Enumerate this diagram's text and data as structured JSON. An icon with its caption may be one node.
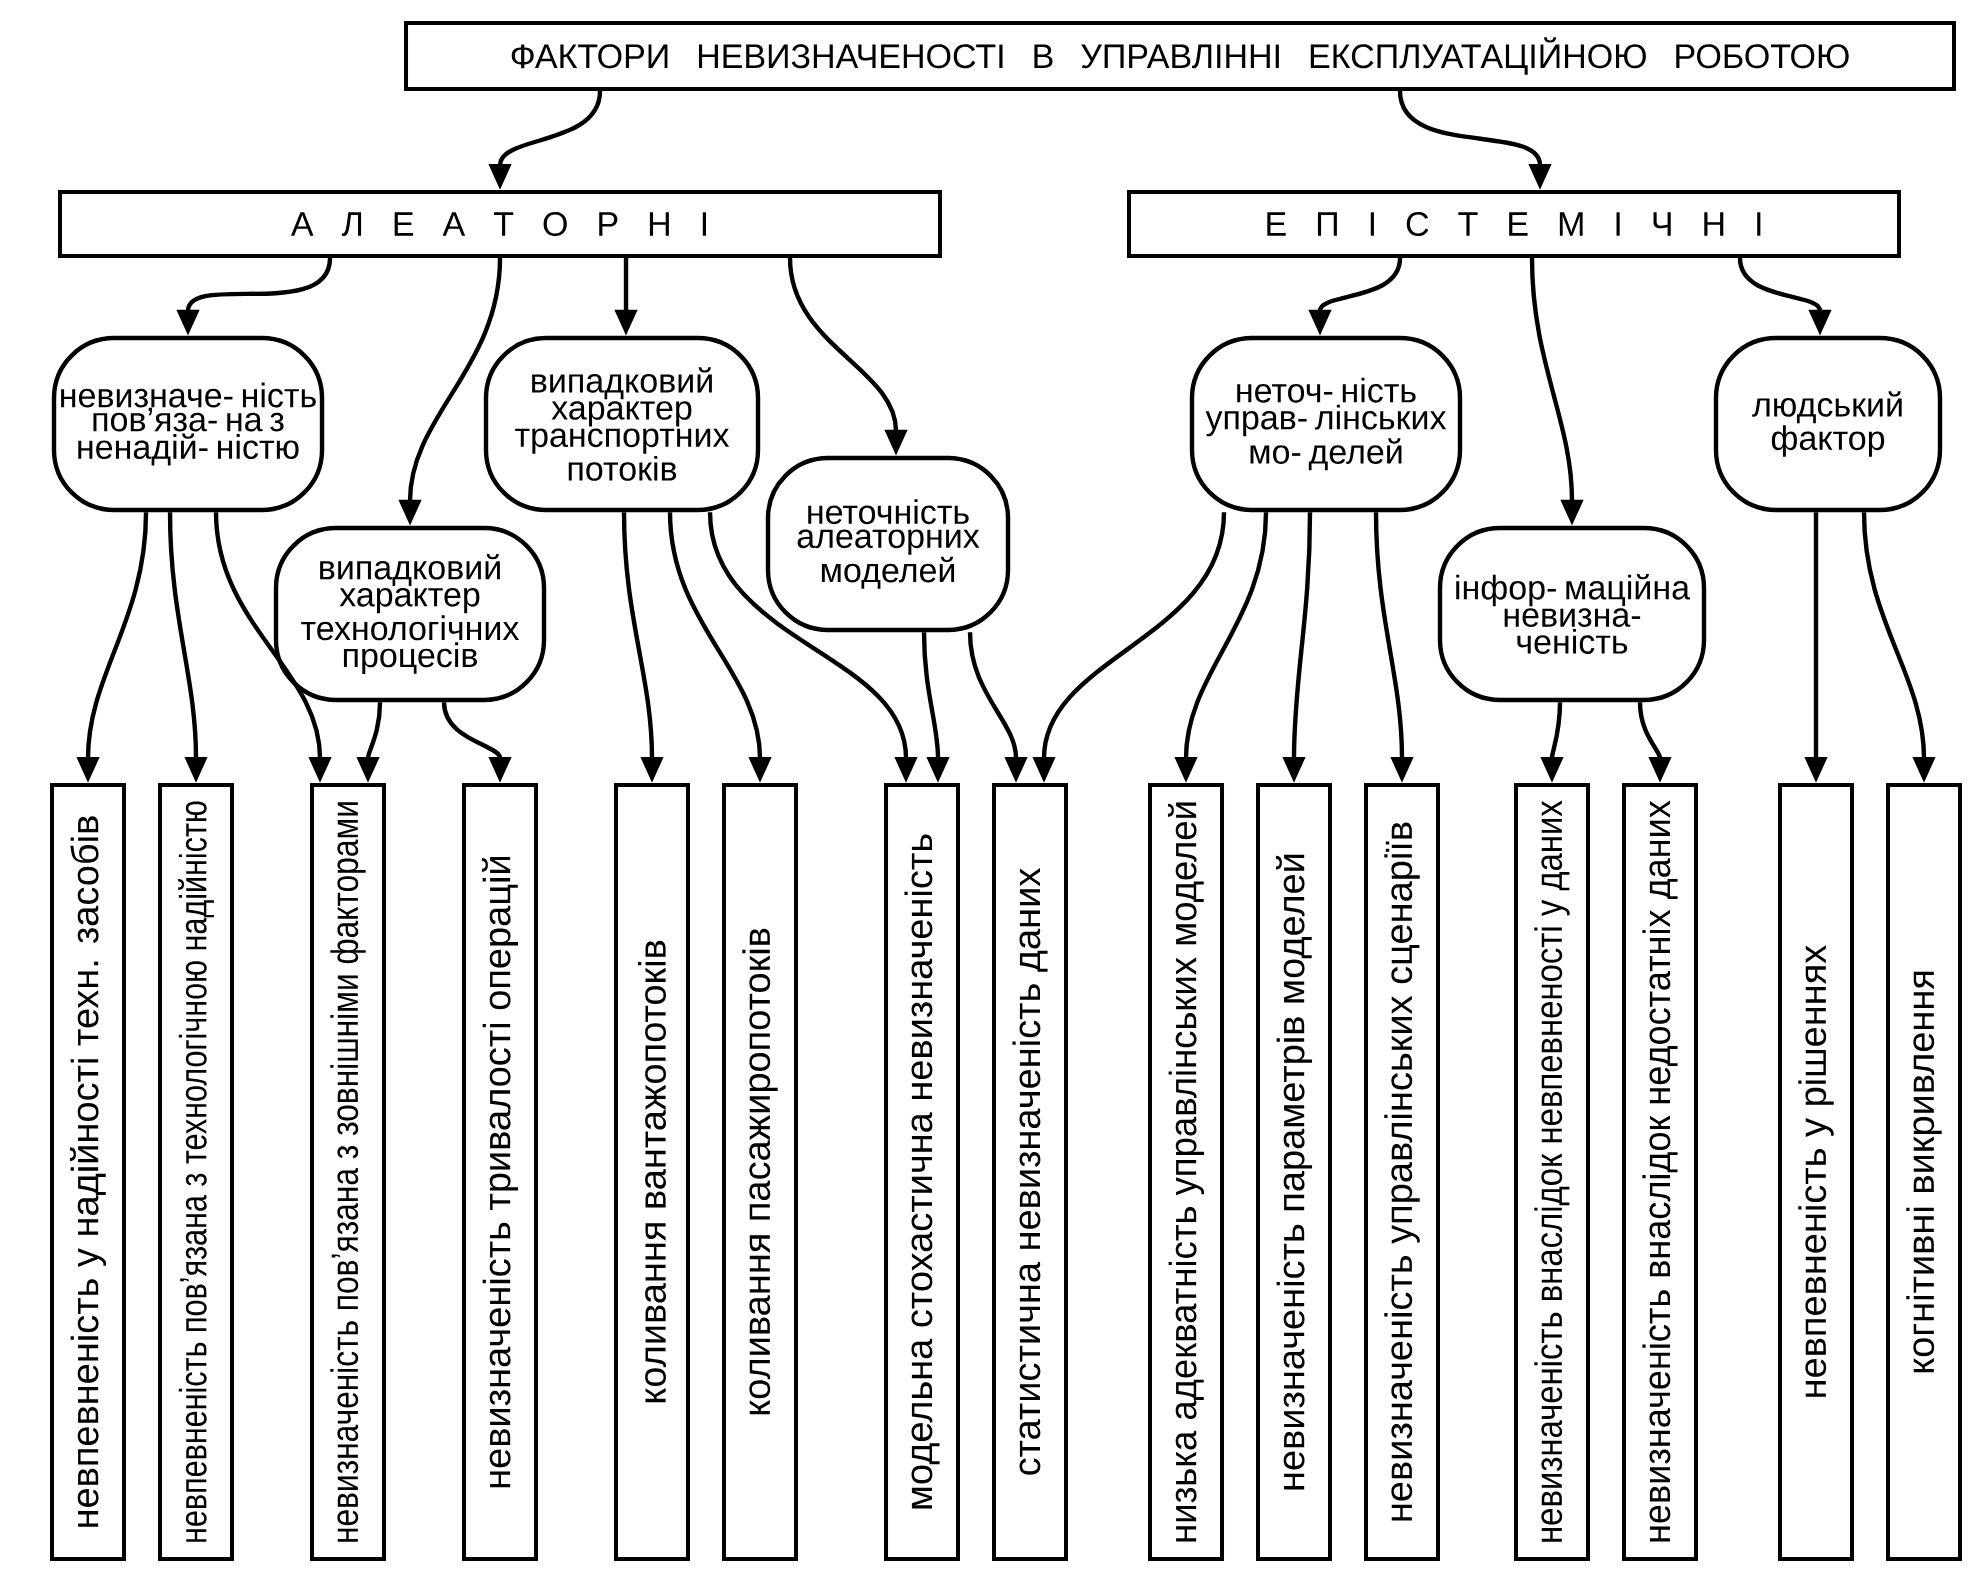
{
  "diagram": {
    "nodes": [
      {
        "text": [
          "ФАКТОРИ НЕВИЗНАЧЕНОСТІ В УПРАВЛІННІ ЕКСПЛУАТАЦІЙНОЮ РОБОТОЮ"
        ]
      },
      {
        "text": [
          "А Л Е А Т О Р Н І"
        ]
      },
      {
        "text": [
          "Е П І С Т Е М І Ч Н І"
        ]
      },
      {
        "text": [
          "невизначе- ність пов’яза- на з ненадій- ністю"
        ]
      },
      {
        "text": [
          "випадковий характер технологічних процесів"
        ]
      },
      {
        "text": [
          "випадковий характер транспортних потоків"
        ]
      },
      {
        "text": [
          "неточність алеаторних моделей"
        ]
      },
      {
        "text": [
          "неточ- ність управ- лінських мо- делей"
        ]
      },
      {
        "text": [
          "інфор- маційна невизна- ченість"
        ]
      },
      {
        "text": [
          "людський фактор"
        ]
      },
      {
        "text": [
          "невпевненість у надійності техн. засобів"
        ]
      },
      {
        "text": [
          "невпевненість пов’язана з технологічною надійністю"
        ]
      },
      {
        "text": [
          "невизначеність пов’язана з зовнішніми факторами"
        ]
      },
      {
        "text": [
          "невизначеність тривалості операцій"
        ]
      },
      {
        "text": [
          "коливання вантажопотоків"
        ]
      },
      {
        "text": [
          "коливання пасажиропотоків"
        ]
      },
      {
        "text": [
          "модельна стохастична невизначеність"
        ]
      },
      {
        "text": [
          "статистична невизначеність даних"
        ]
      },
      {
        "text": [
          "низька адекватність управлінських моделей"
        ]
      },
      {
        "text": [
          "невизначеність параметрів моделей"
        ]
      },
      {
        "text": [
          "невизначеність управлінських сценаріїв"
        ]
      },
      {
        "text": [
          "невизначеність внаслідок невпевненості у даних"
        ]
      },
      {
        "text": [
          "невизначеність внаслідок недостатніх даних"
        ]
      },
      {
        "text": [
          "невпевненість у рішеннях"
        ]
      },
      {
        "text": [
          "когнітивні викривлення"
        ]
      }
    ],
    "edges": [
      {
        "from": 0,
        "to": 1,
        "arrow": "to"
      },
      {
        "from": 0,
        "to": 2,
        "arrow": "to"
      },
      {
        "from": 1,
        "to": 3,
        "arrow": "to"
      },
      {
        "from": 1,
        "to": 4,
        "arrow": "to"
      },
      {
        "from": 1,
        "to": 5,
        "arrow": "to"
      },
      {
        "from": 1,
        "to": 6,
        "arrow": "to"
      },
      {
        "from": 2,
        "to": 7,
        "arrow": "to"
      },
      {
        "from": 2,
        "to": 8,
        "arrow": "to"
      },
      {
        "from": 2,
        "to": 9,
        "arrow": "to"
      },
      {
        "from": 3,
        "to": 10,
        "arrow": "to"
      },
      {
        "from": 3,
        "to": 11,
        "arrow": "to"
      },
      {
        "from": 3,
        "to": 12,
        "arrow": "to"
      },
      {
        "from": 4,
        "to": 12,
        "arrow": "to"
      },
      {
        "from": 4,
        "to": 13,
        "arrow": "to"
      },
      {
        "from": 5,
        "to": 14,
        "arrow": "to"
      },
      {
        "from": 5,
        "to": 15,
        "arrow": "to"
      },
      {
        "from": 5,
        "to": 16,
        "arrow": "to"
      },
      {
        "from": 6,
        "to": 16,
        "arrow": "to"
      },
      {
        "from": 6,
        "to": 17,
        "arrow": "to"
      },
      {
        "from": 7,
        "to": 17,
        "arrow": "to"
      },
      {
        "from": 7,
        "to": 18,
        "arrow": "to"
      },
      {
        "from": 7,
        "to": 19,
        "arrow": "to"
      },
      {
        "from": 7,
        "to": 20,
        "arrow": "to"
      },
      {
        "from": 8,
        "to": 21,
        "arrow": "to"
      },
      {
        "from": 8,
        "to": 22,
        "arrow": "to"
      },
      {
        "from": 9,
        "to": 23,
        "arrow": "to"
      },
      {
        "from": 9,
        "to": 24,
        "arrow": "to"
      }
    ]
  }
}
